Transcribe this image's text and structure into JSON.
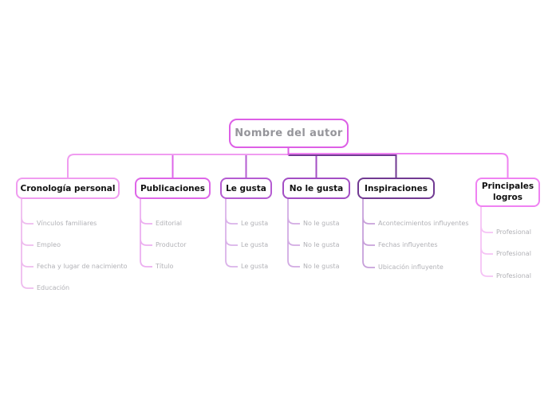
{
  "root": {
    "label": "Nombre del autor",
    "color": "#dd5fe6",
    "text_color": "#95959a"
  },
  "child_text_color": "#b1b1b6",
  "background_color": "#ffffff",
  "branches": [
    {
      "label": "Cronología personal",
      "color": "#f09cf0",
      "line_color": "#eebcee",
      "children": [
        "Vínculos familiares",
        "Empleo",
        "Fecha y lugar de nacimiento",
        "Educación"
      ]
    },
    {
      "label": "Publicaciones",
      "color": "#de66e8",
      "line_color": "#ecaff0",
      "children": [
        "Editorial",
        "Productor",
        "Título"
      ]
    },
    {
      "label": "Le gusta",
      "color": "#b55cd2",
      "line_color": "#dab2e9",
      "children": [
        "Le gusta",
        "Le gusta",
        "Le gusta"
      ]
    },
    {
      "label": "No le gusta",
      "color": "#a34ec4",
      "line_color": "#d2abe3",
      "children": [
        "No le gusta",
        "No le gusta",
        "No le gusta"
      ]
    },
    {
      "label": "Inspiraciones",
      "color": "#713a92",
      "line_color": "#c7a0da",
      "children": [
        "Acontecimientos influyentes",
        "Fechas influyentes",
        "Ubicación influyente"
      ]
    },
    {
      "label": "Principales logros",
      "color": "#ef82f2",
      "line_color": "#f5c3f5",
      "children": [
        "Profesional",
        "Profesional",
        "Profesional"
      ]
    }
  ]
}
